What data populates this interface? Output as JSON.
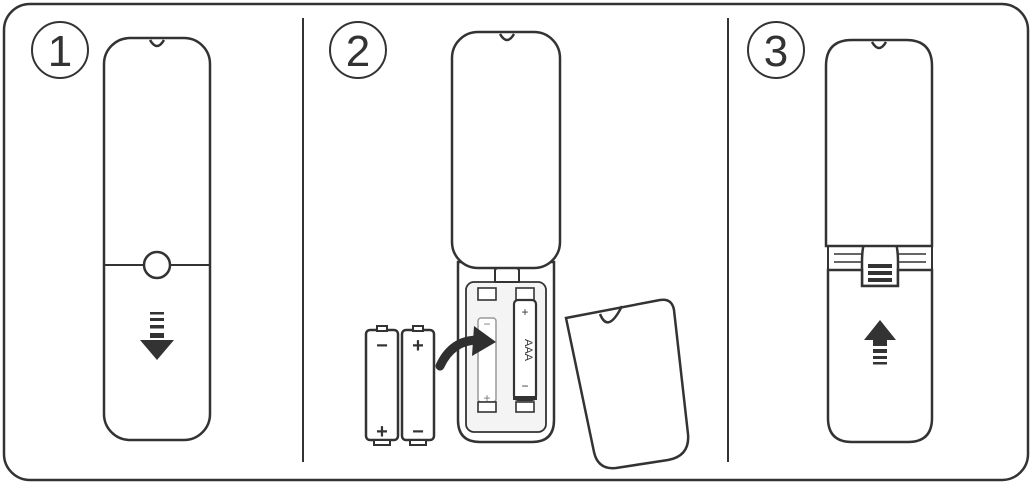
{
  "steps": [
    {
      "number": "1"
    },
    {
      "number": "2"
    },
    {
      "number": "3"
    }
  ],
  "battery_labels": {
    "type": "AAA",
    "plus": "+",
    "minus": "−"
  },
  "colors": {
    "stroke": "#333333",
    "fill": "#ffffff",
    "inner_fill": "#f4f4f4",
    "accent": "#2f2f2f"
  }
}
